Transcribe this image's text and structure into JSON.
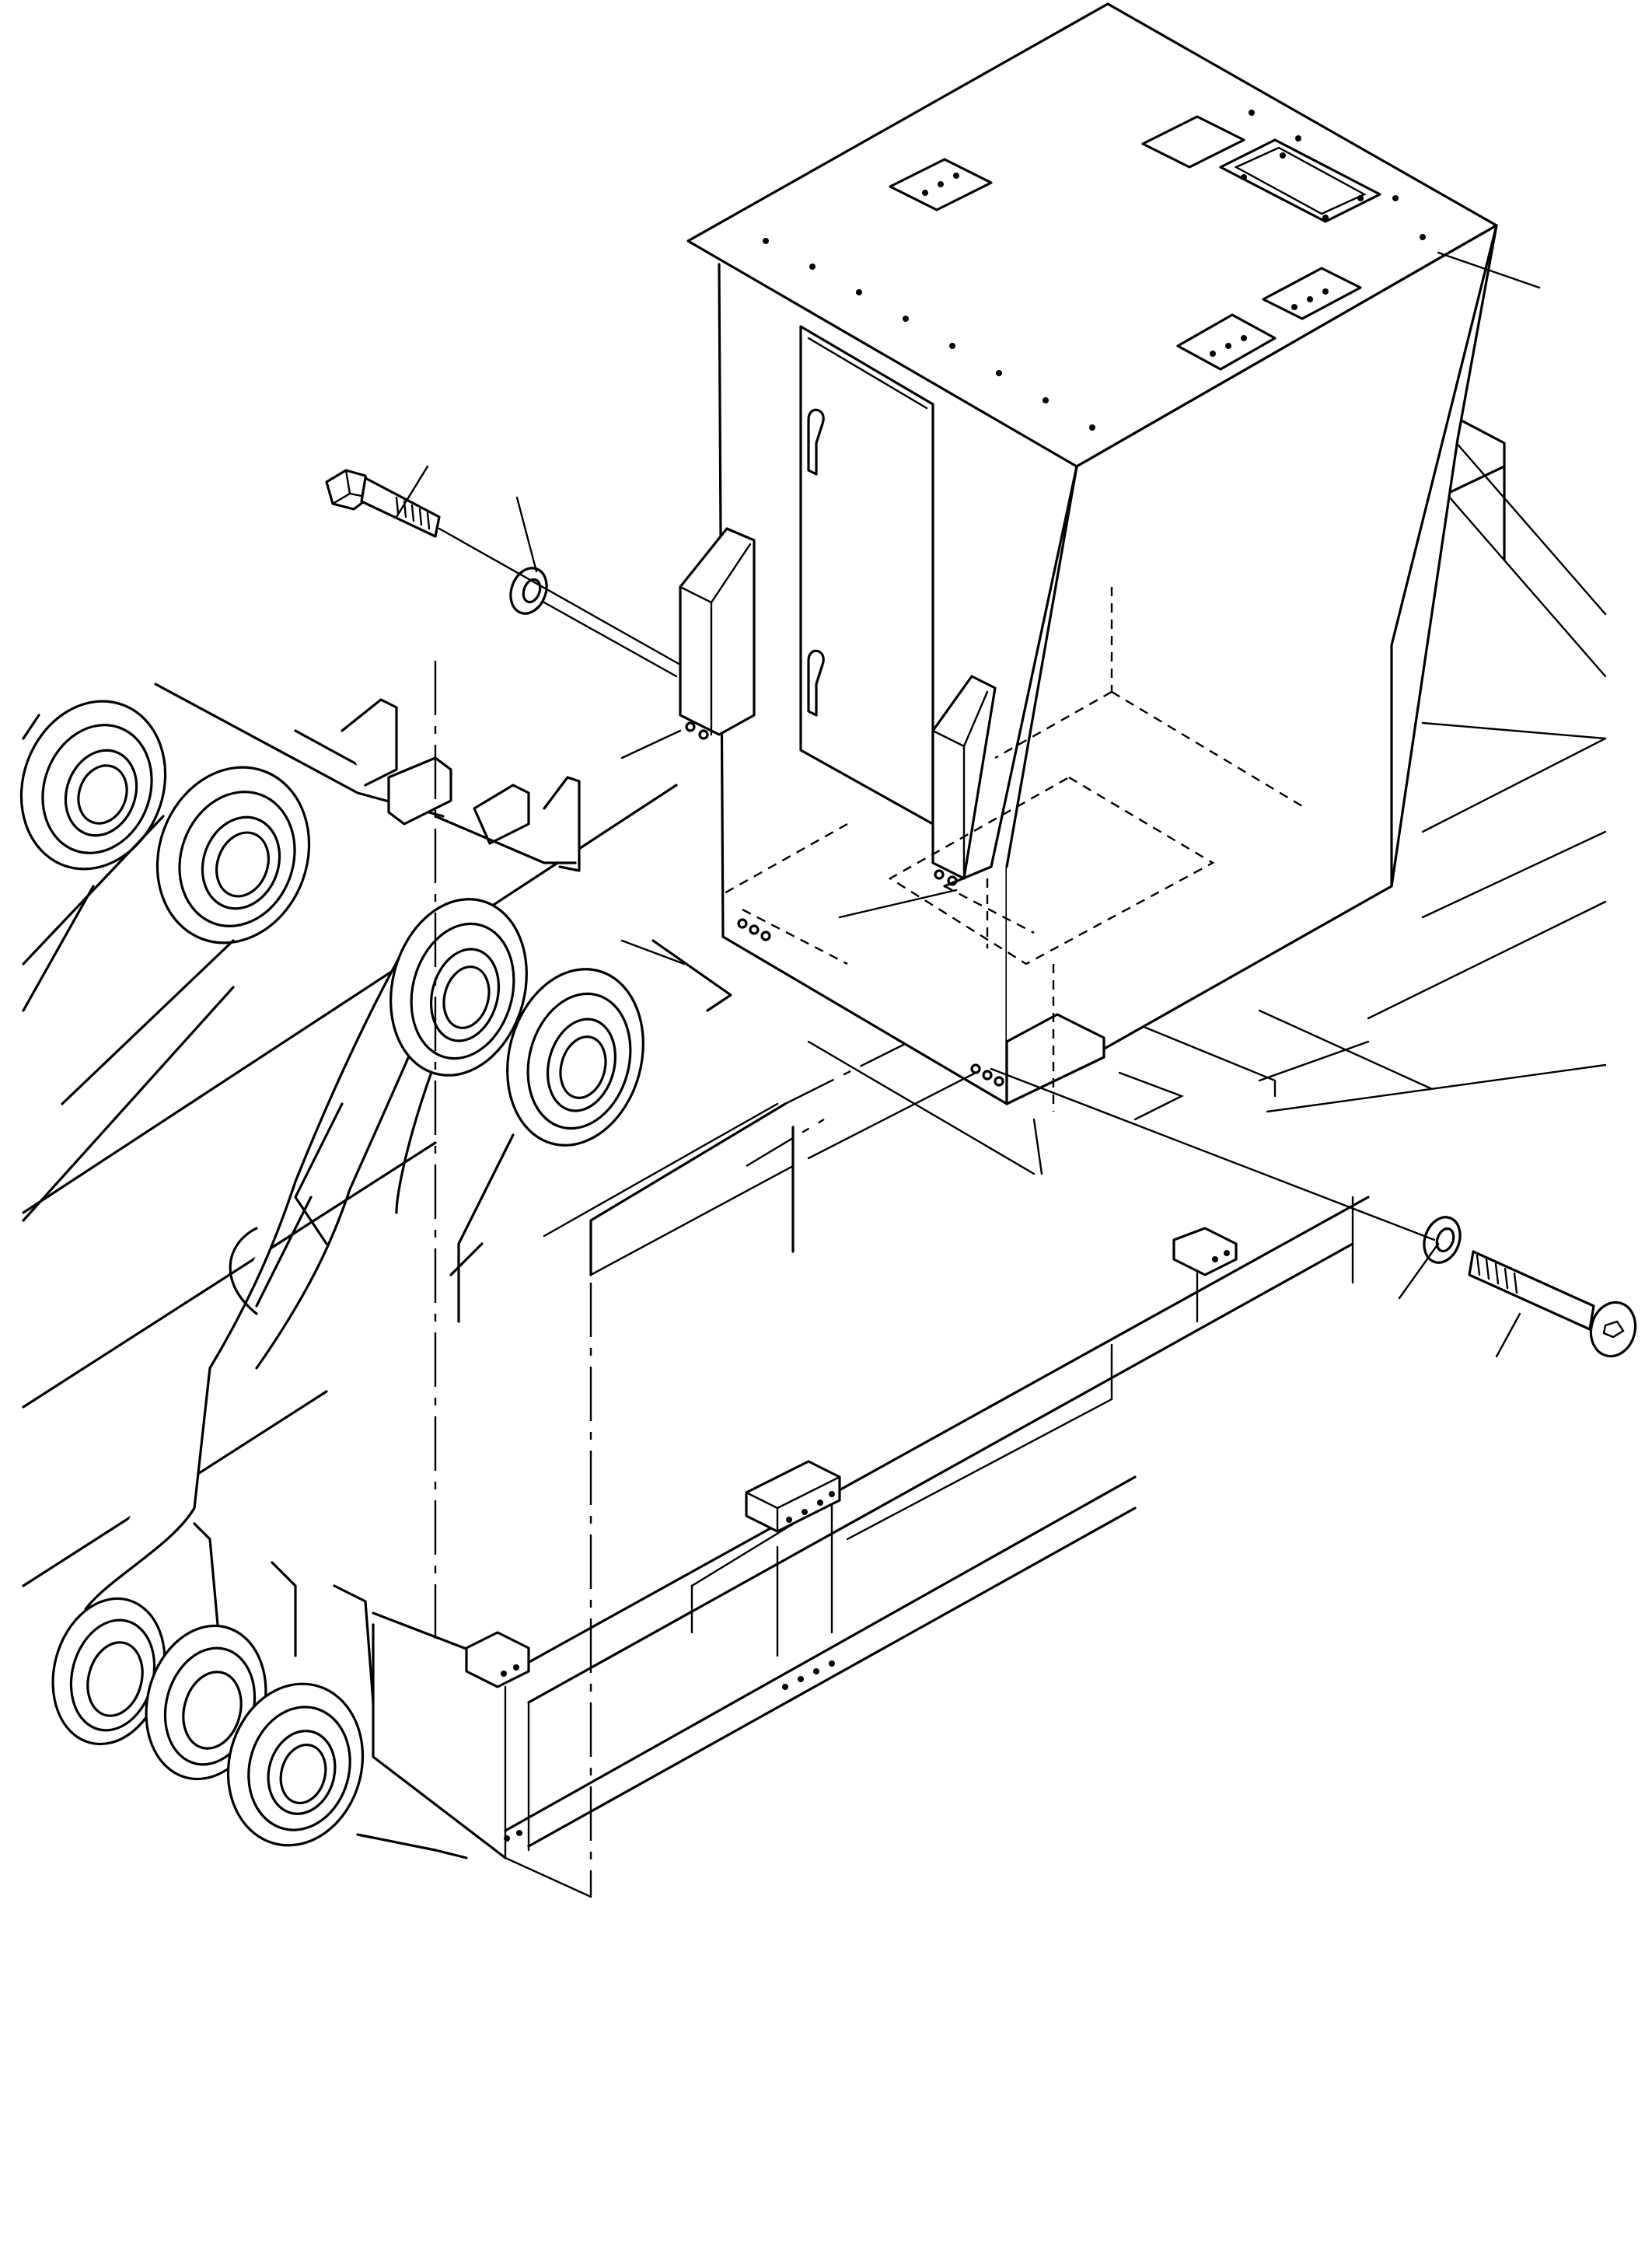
{
  "diagram": {
    "type": "exploded-parts-illustration",
    "parts": [
      {
        "name": "cab",
        "callout_label": ""
      },
      {
        "name": "bolt-upper-left",
        "callout_label": ""
      },
      {
        "name": "washer-upper-left",
        "callout_label": ""
      },
      {
        "name": "washer-lower-right",
        "callout_label": ""
      },
      {
        "name": "bolt-lower-right",
        "callout_label": ""
      }
    ],
    "colors": {
      "line": "#000000",
      "background": "#ffffff"
    }
  }
}
